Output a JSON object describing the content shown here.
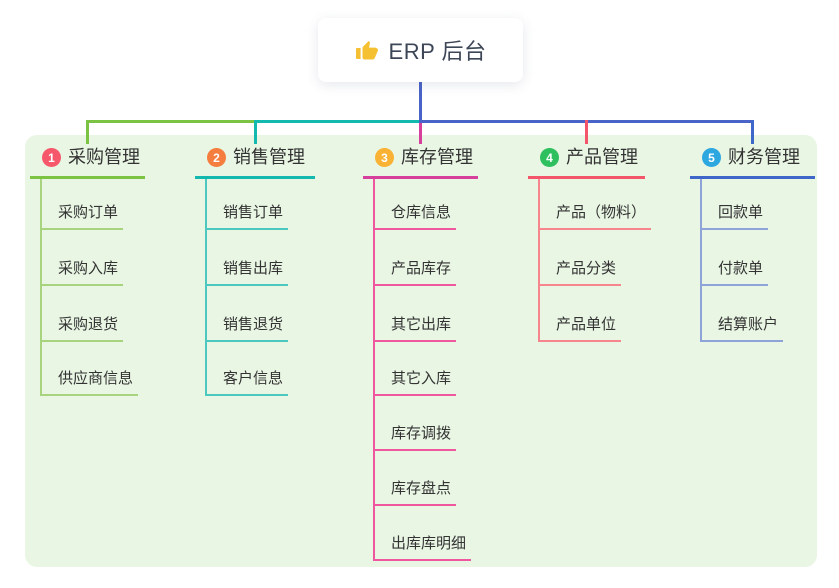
{
  "root": {
    "label": "ERP 后台",
    "icon": "thumbs-up-icon",
    "icon_color": "#f5c032"
  },
  "connector": {
    "root_line_color": "#4a63c8"
  },
  "branches": [
    {
      "badge": "1",
      "label": "采购管理",
      "badge_color": "#f6576b",
      "line_color": "#7cc243",
      "child_line_color": "#a9d47f",
      "children": [
        "采购订单",
        "采购入库",
        "采购退货",
        "供应商信息"
      ]
    },
    {
      "badge": "2",
      "label": "销售管理",
      "badge_color": "#f57d3e",
      "line_color": "#13b8ae",
      "child_line_color": "#4cc8c0",
      "children": [
        "销售订单",
        "销售出库",
        "销售退货",
        "客户信息"
      ]
    },
    {
      "badge": "3",
      "label": "库存管理",
      "badge_color": "#f9b233",
      "line_color": "#d6409c",
      "child_line_color": "#ef579f",
      "children": [
        "仓库信息",
        "产品库存",
        "其它出库",
        "其它入库",
        "库存调拨",
        "库存盘点",
        "出库库明细"
      ]
    },
    {
      "badge": "4",
      "label": "产品管理",
      "badge_color": "#2ebf5e",
      "line_color": "#f3566b",
      "child_line_color": "#f7858e",
      "children": [
        "产品（物料）",
        "产品分类",
        "产品单位"
      ]
    },
    {
      "badge": "5",
      "label": "财务管理",
      "badge_color": "#2da7e0",
      "line_color": "#3f66c9",
      "child_line_color": "#8ea3d8",
      "children": [
        "回款单",
        "付款单",
        "结算账户"
      ]
    }
  ]
}
